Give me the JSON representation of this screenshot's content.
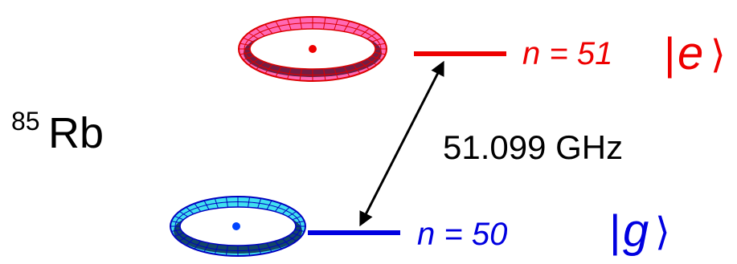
{
  "atom": {
    "mass_number": "85",
    "symbol": "Rb"
  },
  "transition": {
    "frequency_label": "51.099 GHz"
  },
  "levels": {
    "upper": {
      "n_label": "n = 51",
      "ket_bar": "|",
      "ket_letter": "e",
      "ket_close": "⟩",
      "color": "#ee0000"
    },
    "lower": {
      "n_label": "n = 50",
      "ket_bar": "|",
      "ket_letter": "g",
      "ket_close": "⟩",
      "color": "#0000e0"
    }
  },
  "orbits": {
    "upper": {
      "fill": "#ff69b4",
      "dark": "#5a1030",
      "grid": "#dd0000",
      "nucleus": "#ee0000"
    },
    "lower": {
      "fill": "#40e0f0",
      "dark": "#0a2a50",
      "grid": "#0000c0",
      "nucleus": "#0044ff"
    }
  },
  "arrow_color": "#000000"
}
